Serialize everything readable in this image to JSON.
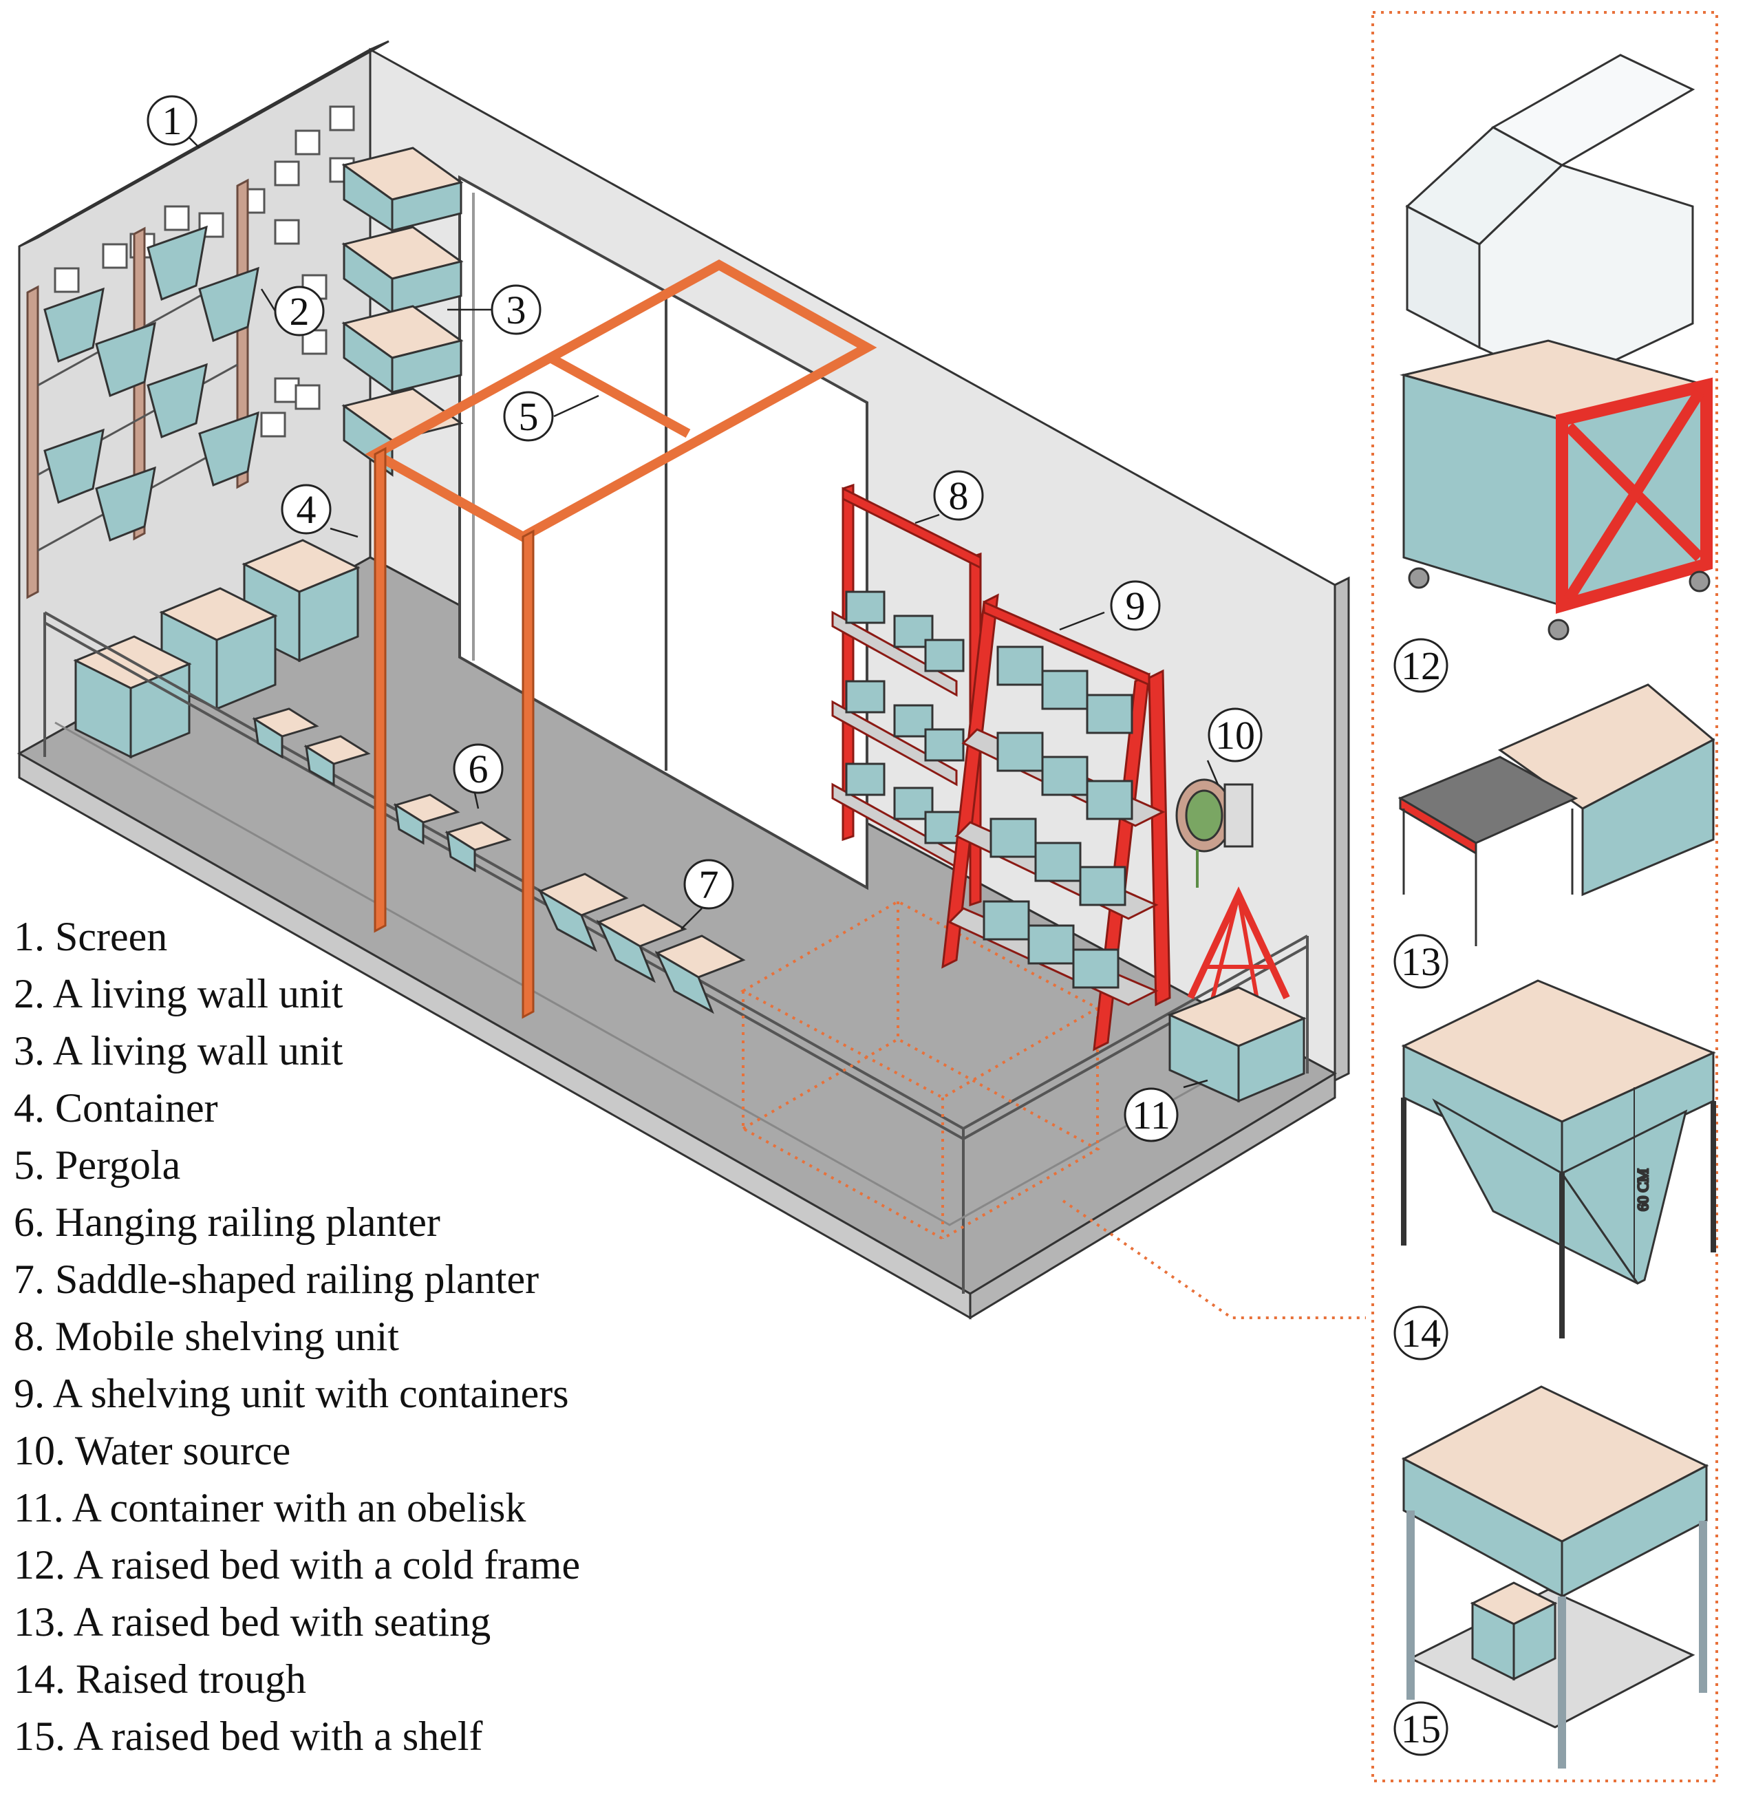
{
  "colors": {
    "wall": "#dcdcdc",
    "wall_dark": "#c3c3c3",
    "floor": "#a9a9a9",
    "teal": "#9cc7c9",
    "soil": "#f2dccb",
    "pergola": "#e8713a",
    "shelf_red": "#e5312a",
    "wood": "#c9a08e",
    "dotted": "#e8713a"
  },
  "markers": [
    {
      "id": "1",
      "icon": "circled-number"
    },
    {
      "id": "2",
      "icon": "circled-number"
    },
    {
      "id": "3",
      "icon": "circled-number"
    },
    {
      "id": "4",
      "icon": "circled-number"
    },
    {
      "id": "5",
      "icon": "circled-number"
    },
    {
      "id": "6",
      "icon": "circled-number"
    },
    {
      "id": "7",
      "icon": "circled-number"
    },
    {
      "id": "8",
      "icon": "circled-number"
    },
    {
      "id": "9",
      "icon": "circled-number"
    },
    {
      "id": "10",
      "icon": "circled-number"
    },
    {
      "id": "11",
      "icon": "circled-number"
    },
    {
      "id": "12",
      "icon": "circled-number"
    },
    {
      "id": "13",
      "icon": "circled-number"
    },
    {
      "id": "14",
      "icon": "circled-number"
    },
    {
      "id": "15",
      "icon": "circled-number"
    }
  ],
  "dimension_label": "60 CM",
  "legend": [
    "1. Screen",
    "2. A living wall unit",
    "3. A living wall unit",
    "4. Container",
    "5. Pergola",
    "6. Hanging railing planter",
    "7. Saddle-shaped railing planter",
    "8. Mobile shelving unit",
    "9. A shelving unit with containers",
    "10. Water source",
    "11. A container with an obelisk",
    "12. A raised bed with a cold frame",
    "13. A raised bed with seating",
    "14. Raised trough",
    "15. A raised bed with a shelf"
  ]
}
